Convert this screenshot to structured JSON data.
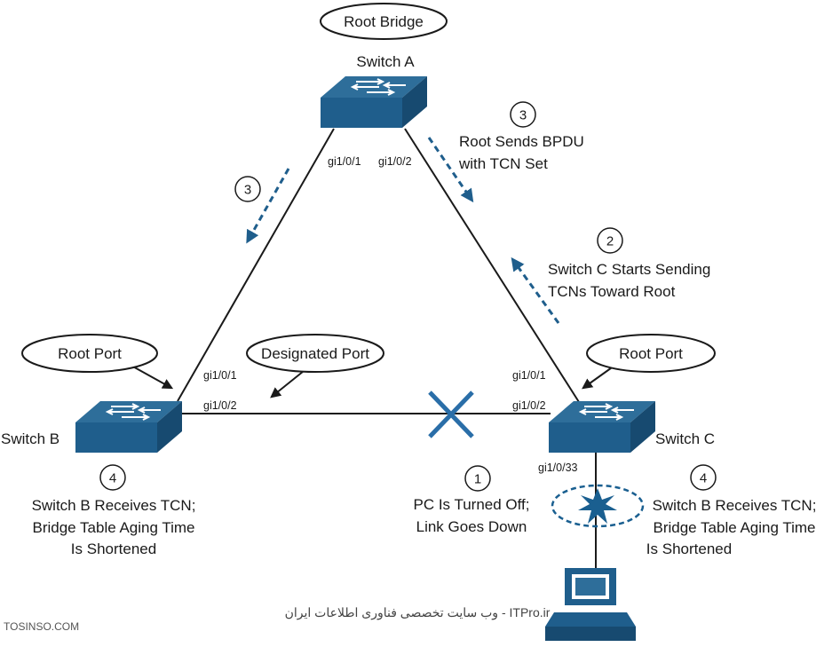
{
  "colors": {
    "switch_top": "#2e6e9a",
    "switch_front": "#1f5e8c",
    "switch_side": "#174a70",
    "arrow_blue": "#1f5e8c",
    "link": "#1a1a1a",
    "fail_x": "#2a6ea8",
    "burst": "#1a5f90"
  },
  "callouts": {
    "root_bridge": "Root Bridge",
    "root_port_b": "Root Port",
    "designated_port": "Designated Port",
    "root_port_c": "Root Port"
  },
  "switches": {
    "a": {
      "name": "Switch A",
      "icon": "switch-icon"
    },
    "b": {
      "name": "Switch B",
      "icon": "switch-icon"
    },
    "c": {
      "name": "Switch C",
      "icon": "switch-icon"
    }
  },
  "ports": {
    "a_gi1": "gi1/0/1",
    "a_gi2": "gi1/0/2",
    "b_gi1": "gi1/0/1",
    "b_gi2": "gi1/0/2",
    "c_gi1": "gi1/0/1",
    "c_gi2": "gi1/0/2",
    "c_gi33": "gi1/0/33"
  },
  "steps": {
    "s1": {
      "num": "1",
      "line1": "PC Is Turned Off;",
      "line2": "Link Goes Down"
    },
    "s2": {
      "num": "2",
      "line1": "Switch C Starts Sending",
      "line2": "TCNs Toward Root"
    },
    "s3_left": {
      "num": "3"
    },
    "s3_right": {
      "num": "3",
      "line1": "Root Sends BPDU",
      "line2": "with TCN Set"
    },
    "s4_left": {
      "num": "4",
      "line1": "Switch B Receives TCN;",
      "line2": "Bridge Table Aging Time",
      "line3": "Is Shortened"
    },
    "s4_right": {
      "num": "4",
      "line1": "Switch B Receives TCN;",
      "line2": "Bridge Table Aging Time",
      "line3": "Is Shortened"
    }
  },
  "pc": {
    "icon": "pc-icon"
  },
  "watermark": {
    "left": "TOSINSO.COM",
    "center": "ITPro.ir - وب سایت تخصصی فناوری اطلاعات ایران"
  }
}
